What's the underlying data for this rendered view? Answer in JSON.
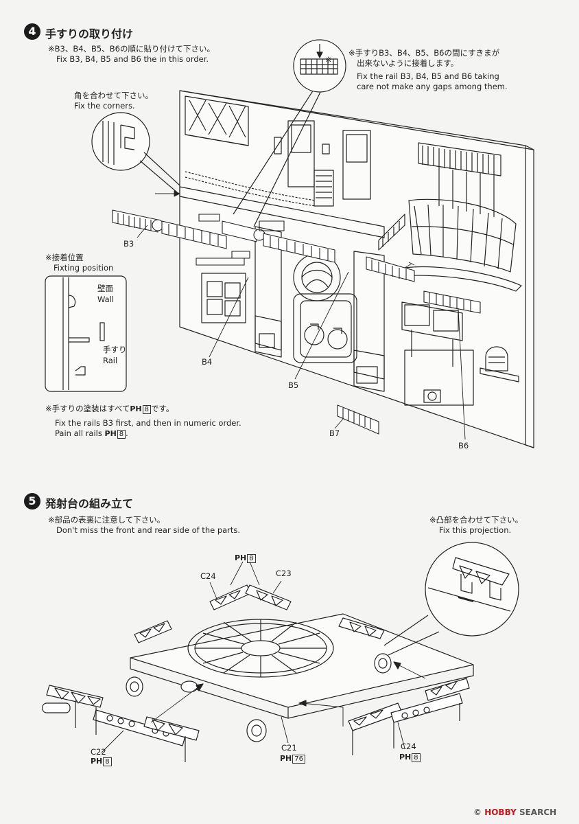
{
  "step4": {
    "number": "4",
    "title": "手すりの取り付け",
    "order_note_jp": "※B3、B4、B5、B6の順に貼り付けて下さい。",
    "order_note_en": "Fix B3, B4, B5 and B6 the in this order.",
    "gap_note_jp1": "※手すりB3、B4、B5、B6の間にすきまが",
    "gap_note_jp2": "出来ないように接着します。",
    "gap_note_en1": "Fix the rail B3, B4, B5 and B6 taking",
    "gap_note_en2": "care not make any gaps among them.",
    "detail_star": "※",
    "corner_jp": "角を合わせて下さい。",
    "corner_en": "Fix the corners.",
    "fix_pos_jp": "※接着位置",
    "fix_pos_en": "Fixting position",
    "wall_jp": "壁面",
    "wall_en": "Wall",
    "rail_jp": "手すり",
    "rail_en": "Rail",
    "paint_note_jp_pre": "※手すりの塗装はすべて",
    "paint_note_jp_post": "です。",
    "paint_note_en1": "Fix the rails B3 first, and then in numeric order.",
    "paint_note_en2_pre": "Pain all rails",
    "paint_note_en2_post": ".",
    "paint_code": "8",
    "parts": {
      "b3": "B3",
      "b4": "B4",
      "b5": "B5",
      "b6": "B6",
      "b7": "B7"
    }
  },
  "step5": {
    "number": "5",
    "title": "発射台の組み立て",
    "side_note_jp": "※部品の表裏に注意して下さい。",
    "side_note_en": "Don't miss the front and rear side of the parts.",
    "proj_note_jp": "※凸部を合わせて下さい。",
    "proj_note_en": "Fix this projection.",
    "parts": {
      "c21": "C21",
      "c22": "C22",
      "c23": "C23",
      "c24a": "C24",
      "c24b": "C24"
    },
    "paint_top": "8",
    "paint_c22": "8",
    "paint_c21": "76",
    "paint_c24": "8"
  },
  "paint_prefix": "PH",
  "watermark": {
    "hobby": "HOBBY",
    "search": "SEARCH",
    "sep": "©"
  }
}
